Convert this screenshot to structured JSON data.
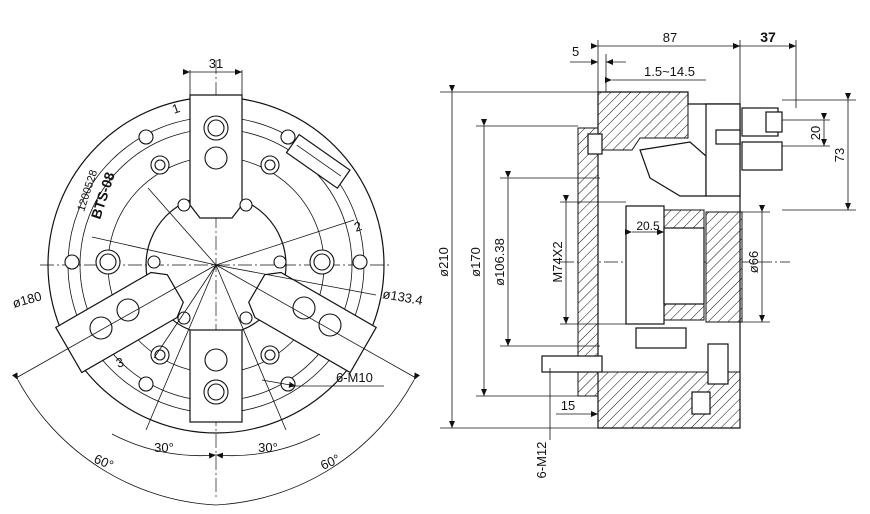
{
  "front_view": {
    "dims": {
      "width_31": "31",
      "dia_180": "ø180",
      "dia_133_4": "ø133.4",
      "thread_6_m10": "6-M10",
      "angle_30_left": "30°",
      "angle_30_right": "30°",
      "angle_60_left": "60°",
      "angle_60_right": "60°"
    },
    "jaw_labels": [
      "1",
      "2",
      "3"
    ],
    "model_label": "BTS-08",
    "serial_label": "1200528"
  },
  "side_view": {
    "dims": {
      "len_87": "87",
      "len_37": "37",
      "len_5": "5",
      "stroke": "1.5~14.5",
      "height_20": "20",
      "height_73": "73",
      "dia_210": "ø210",
      "dia_170": "ø170",
      "dia_106_38": "ø106.38",
      "thread_m74": "M74X2",
      "len_20_5": "20.5",
      "dia_66": "ø66",
      "len_15": "15",
      "thread_6_m12": "6-M12"
    }
  }
}
